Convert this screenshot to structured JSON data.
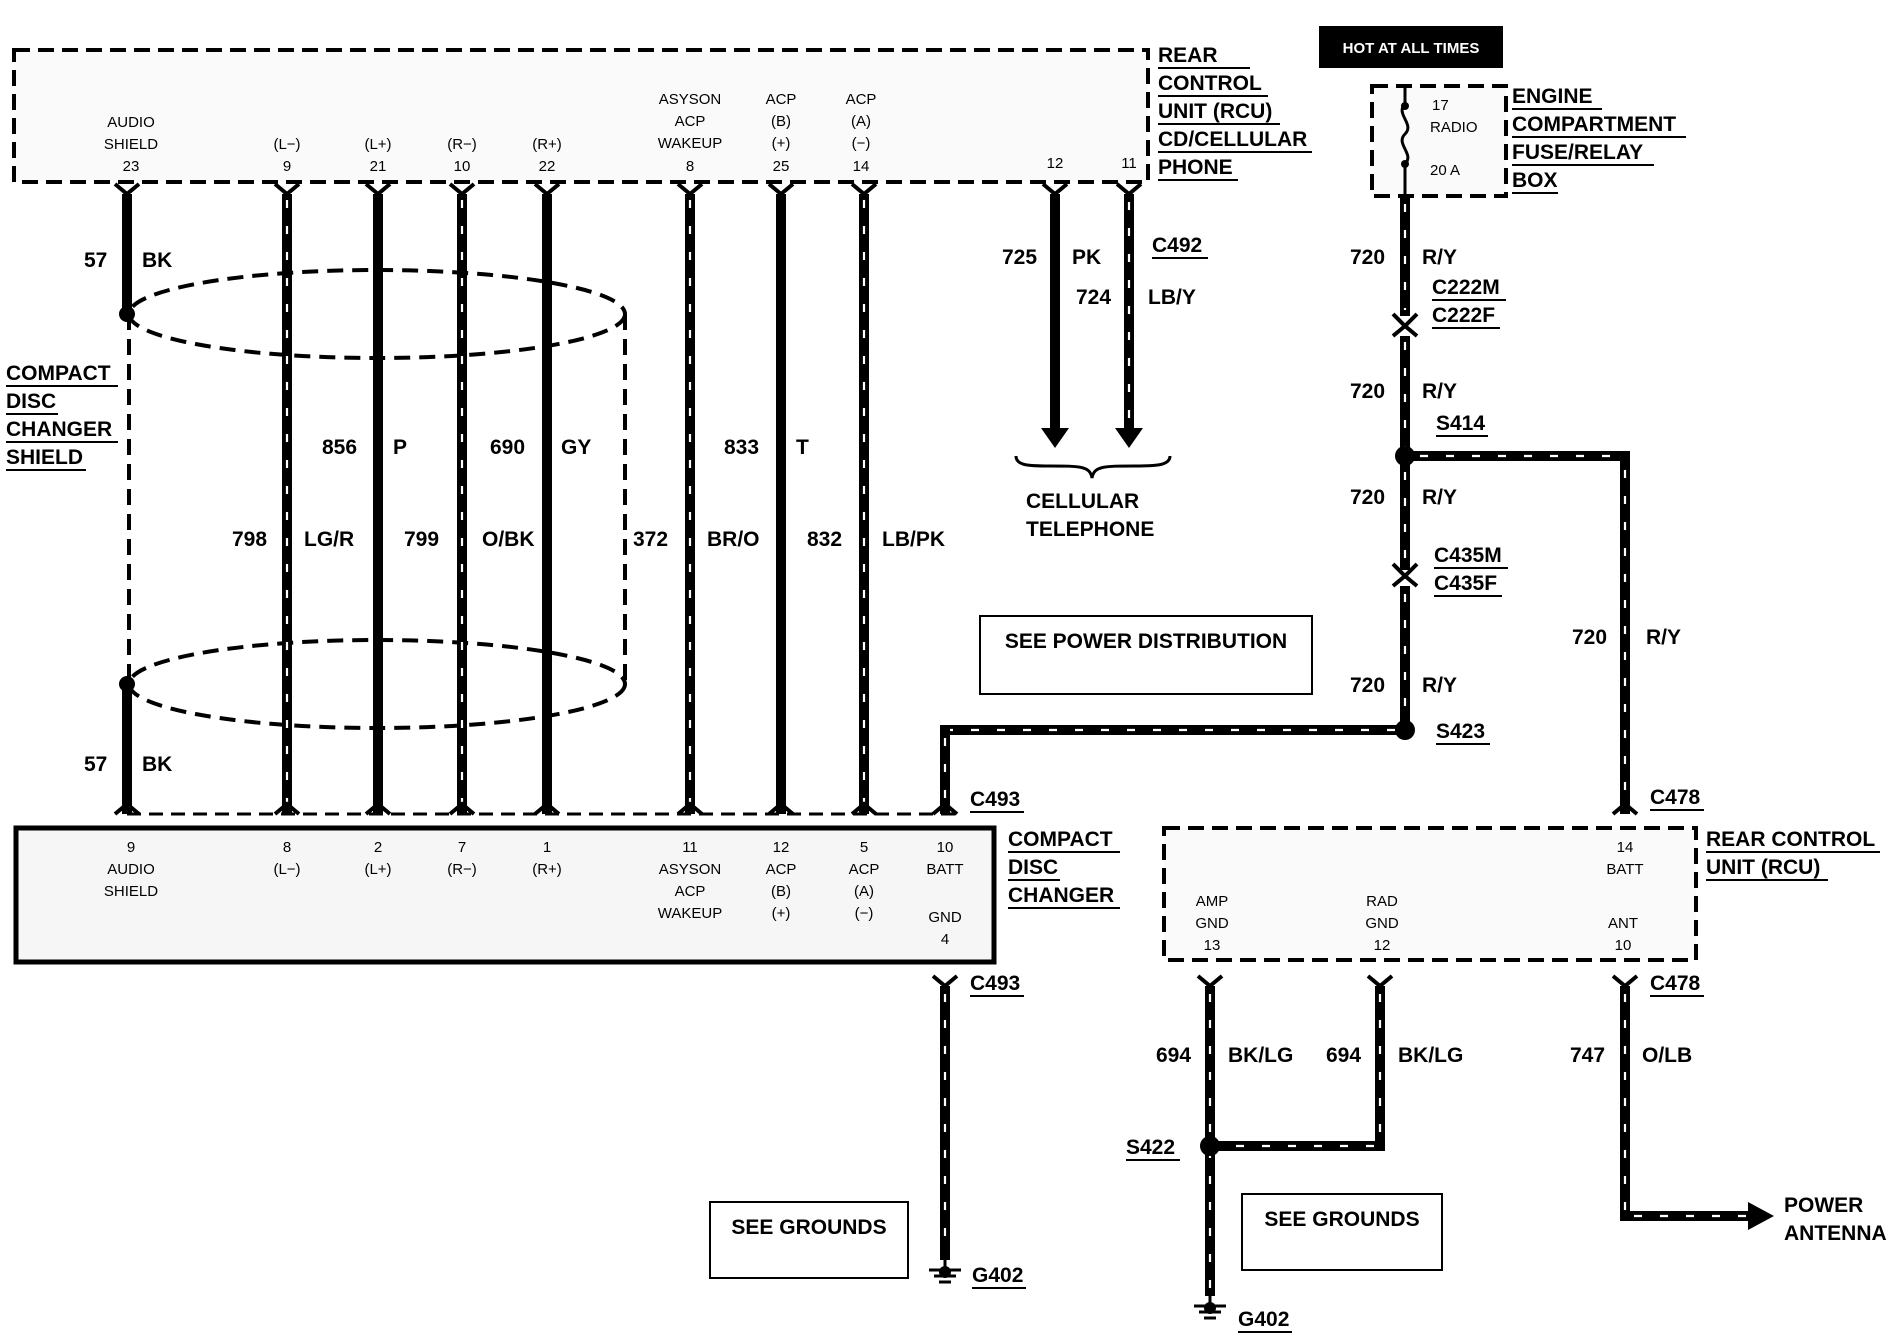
{
  "hot_at_all_times": "HOT AT ALL TIMES",
  "rcu_top": {
    "title_lines": [
      "REAR",
      "CONTROL",
      "UNIT (RCU)",
      "CD/CELLULAR",
      "PHONE"
    ],
    "pins": [
      {
        "lines": [
          "AUDIO",
          "SHIELD"
        ],
        "pin": "23"
      },
      {
        "lines": [
          "(L−)"
        ],
        "pin": "9"
      },
      {
        "lines": [
          "(L+)"
        ],
        "pin": "21"
      },
      {
        "lines": [
          "(R−)"
        ],
        "pin": "10"
      },
      {
        "lines": [
          "(R+)"
        ],
        "pin": "22"
      },
      {
        "lines": [
          "ASYSON",
          "ACP",
          "WAKEUP"
        ],
        "pin": "8"
      },
      {
        "lines": [
          "ACP",
          "(B)",
          "(+)"
        ],
        "pin": "25"
      },
      {
        "lines": [
          "ACP",
          "(A)",
          "(−)"
        ],
        "pin": "14"
      },
      {
        "lines": [],
        "pin": "12"
      },
      {
        "lines": [],
        "pin": "11"
      }
    ]
  },
  "fuse_box": {
    "title_lines": [
      "ENGINE",
      "COMPARTMENT",
      "FUSE/RELAY",
      "BOX"
    ],
    "fuse_number": "17",
    "fuse_name": "RADIO",
    "fuse_rating": "20 A"
  },
  "shield_label_lines": [
    "COMPACT",
    "DISC",
    "CHANGER",
    "SHIELD"
  ],
  "wires": {
    "w57_top": {
      "circuit": "57",
      "color": "BK"
    },
    "w57_bottom": {
      "circuit": "57",
      "color": "BK"
    },
    "w798": {
      "circuit": "798",
      "color": "LG/R"
    },
    "w856": {
      "circuit": "856",
      "color": "P"
    },
    "w799": {
      "circuit": "799",
      "color": "O/BK"
    },
    "w690": {
      "circuit": "690",
      "color": "GY"
    },
    "w372": {
      "circuit": "372",
      "color": "BR/O"
    },
    "w833": {
      "circuit": "833",
      "color": "T"
    },
    "w832": {
      "circuit": "832",
      "color": "LB/PK"
    },
    "w725": {
      "circuit": "725",
      "color": "PK"
    },
    "w724": {
      "circuit": "724",
      "color": "LB/Y"
    },
    "w720a": {
      "circuit": "720",
      "color": "R/Y"
    },
    "w720b": {
      "circuit": "720",
      "color": "R/Y"
    },
    "w720c": {
      "circuit": "720",
      "color": "R/Y"
    },
    "w720d": {
      "circuit": "720",
      "color": "R/Y"
    },
    "w720e": {
      "circuit": "720",
      "color": "R/Y"
    },
    "w694a": {
      "circuit": "694",
      "color": "BK/LG"
    },
    "w694b": {
      "circuit": "694",
      "color": "BK/LG"
    },
    "w747": {
      "circuit": "747",
      "color": "O/LB"
    }
  },
  "connectors": {
    "c492": "C492",
    "c222m": "C222M",
    "c222f": "C222F",
    "s414": "S414",
    "c435m": "C435M",
    "c435f": "C435F",
    "s423": "S423",
    "c493_top": "C493",
    "c493_bottom": "C493",
    "c478_top": "C478",
    "c478_bottom": "C478",
    "s422": "S422",
    "g402_left": "G402",
    "g402_right": "G402"
  },
  "cellular_lines": [
    "CELLULAR",
    "TELEPHONE"
  ],
  "see_power_distribution": "SEE POWER DISTRIBUTION",
  "see_grounds_left": "SEE GROUNDS",
  "see_grounds_right": "SEE GROUNDS",
  "cd_changer": {
    "title_lines": [
      "COMPACT",
      "DISC",
      "CHANGER"
    ],
    "pins": [
      {
        "pin": "9",
        "lines": [
          "AUDIO",
          "SHIELD"
        ]
      },
      {
        "pin": "8",
        "lines": [
          "(L−)"
        ]
      },
      {
        "pin": "2",
        "lines": [
          "(L+)"
        ]
      },
      {
        "pin": "7",
        "lines": [
          "(R−)"
        ]
      },
      {
        "pin": "1",
        "lines": [
          "(R+)"
        ]
      },
      {
        "pin": "11",
        "lines": [
          "ASYSON",
          "ACP",
          "WAKEUP"
        ]
      },
      {
        "pin": "12",
        "lines": [
          "ACP",
          "(B)",
          "(+)"
        ]
      },
      {
        "pin": "5",
        "lines": [
          "ACP",
          "(A)",
          "(−)"
        ]
      },
      {
        "pin": "10",
        "lines": [
          "BATT"
        ]
      }
    ],
    "gnd_label": "GND",
    "gnd_pin": "4"
  },
  "rcu_bottom": {
    "title_lines": [
      "REAR CONTROL",
      "UNIT (RCU)"
    ],
    "batt_pin": "14",
    "batt_label": "BATT",
    "bottom_pins": [
      {
        "lines": [
          "AMP",
          "GND"
        ],
        "pin": "13"
      },
      {
        "lines": [
          "RAD",
          "GND"
        ],
        "pin": "12"
      },
      {
        "lines": [
          "ANT"
        ],
        "pin": "10"
      }
    ]
  },
  "power_antenna_lines": [
    "POWER",
    "ANTENNA"
  ]
}
